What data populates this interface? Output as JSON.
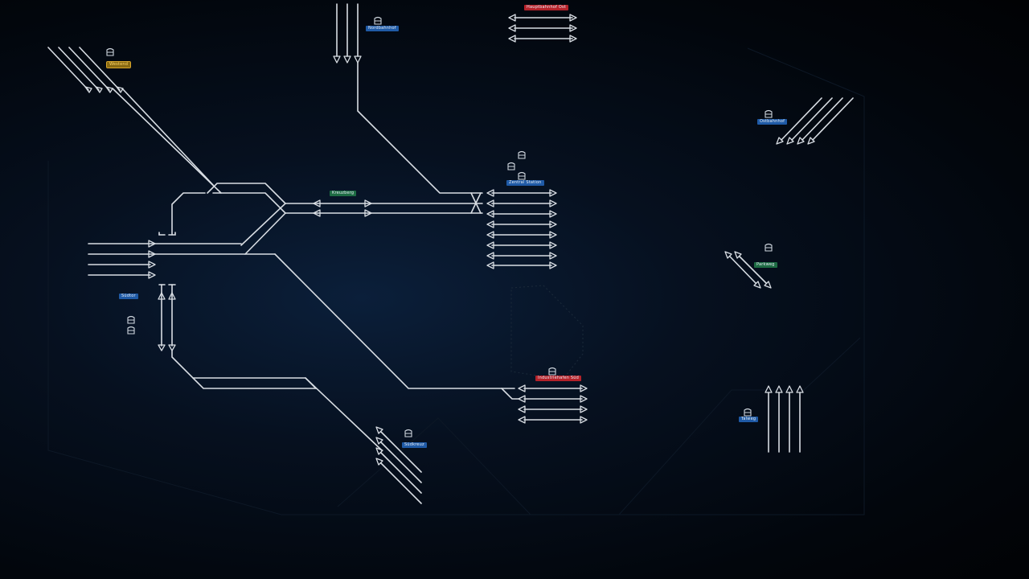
{
  "map": {
    "background": "#02060c",
    "track_color": "#d8dde3",
    "label_colors": {
      "blue": "#1f5aa6",
      "green": "#1d6b43",
      "red": "#b5222a",
      "orange": "#8a6a12"
    }
  },
  "stations": {
    "s_north": "Nordbahnhof",
    "s_topright": "Hauptbahnhof Ost",
    "s_orange": "Westend",
    "s_center": "Kreuzberg",
    "s_central": "Zentral Station",
    "s_east": "Ostbahnhof",
    "s_rightmid": "Parkweg",
    "s_left": "Südtor",
    "s_bottomcenter": "Industriehafen Süd",
    "s_bottom": "Südkreuz",
    "s_bottomright": "Talweg"
  },
  "icons": {
    "depot": "depot-icon",
    "arrow": "track-end-arrow-icon"
  }
}
